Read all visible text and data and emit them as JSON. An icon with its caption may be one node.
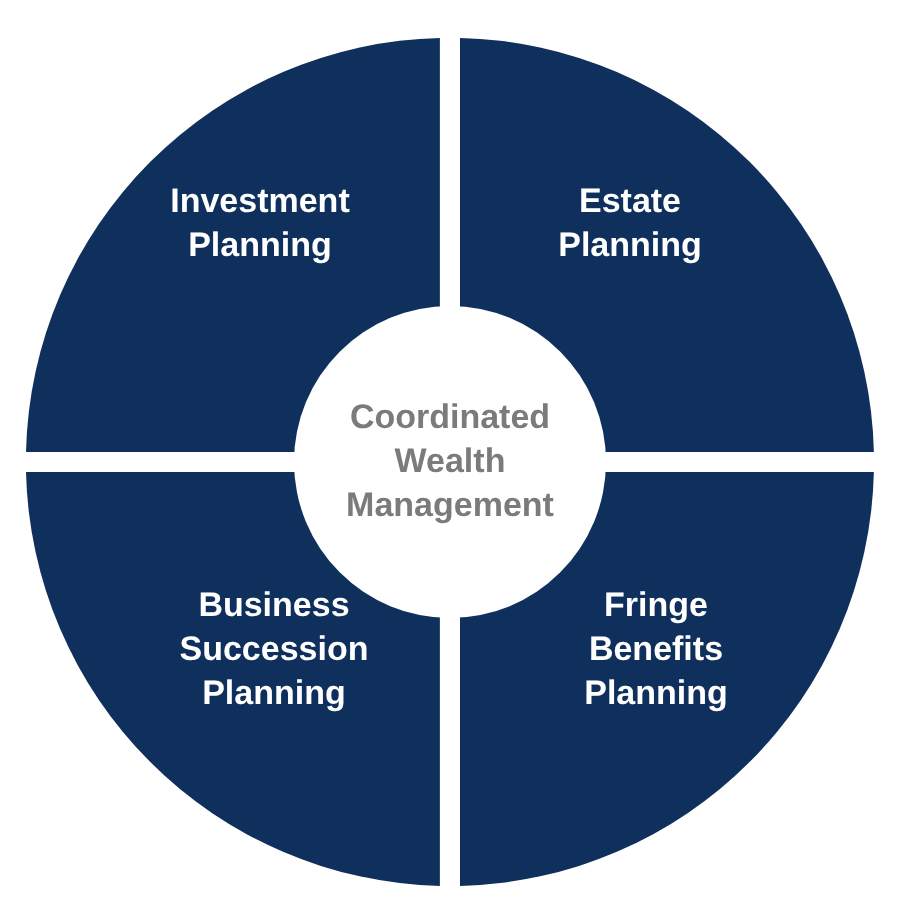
{
  "diagram": {
    "nodes": [
      {
        "text": [
          "Investment Planning"
        ]
      },
      {
        "text": [
          "Estate Planning"
        ]
      },
      {
        "text": [
          "Coordinated Wealth Management"
        ]
      },
      {
        "text": [
          "Business Succession Planning"
        ]
      },
      {
        "text": [
          "Fringe Benefits Planning"
        ]
      }
    ],
    "edges": []
  }
}
